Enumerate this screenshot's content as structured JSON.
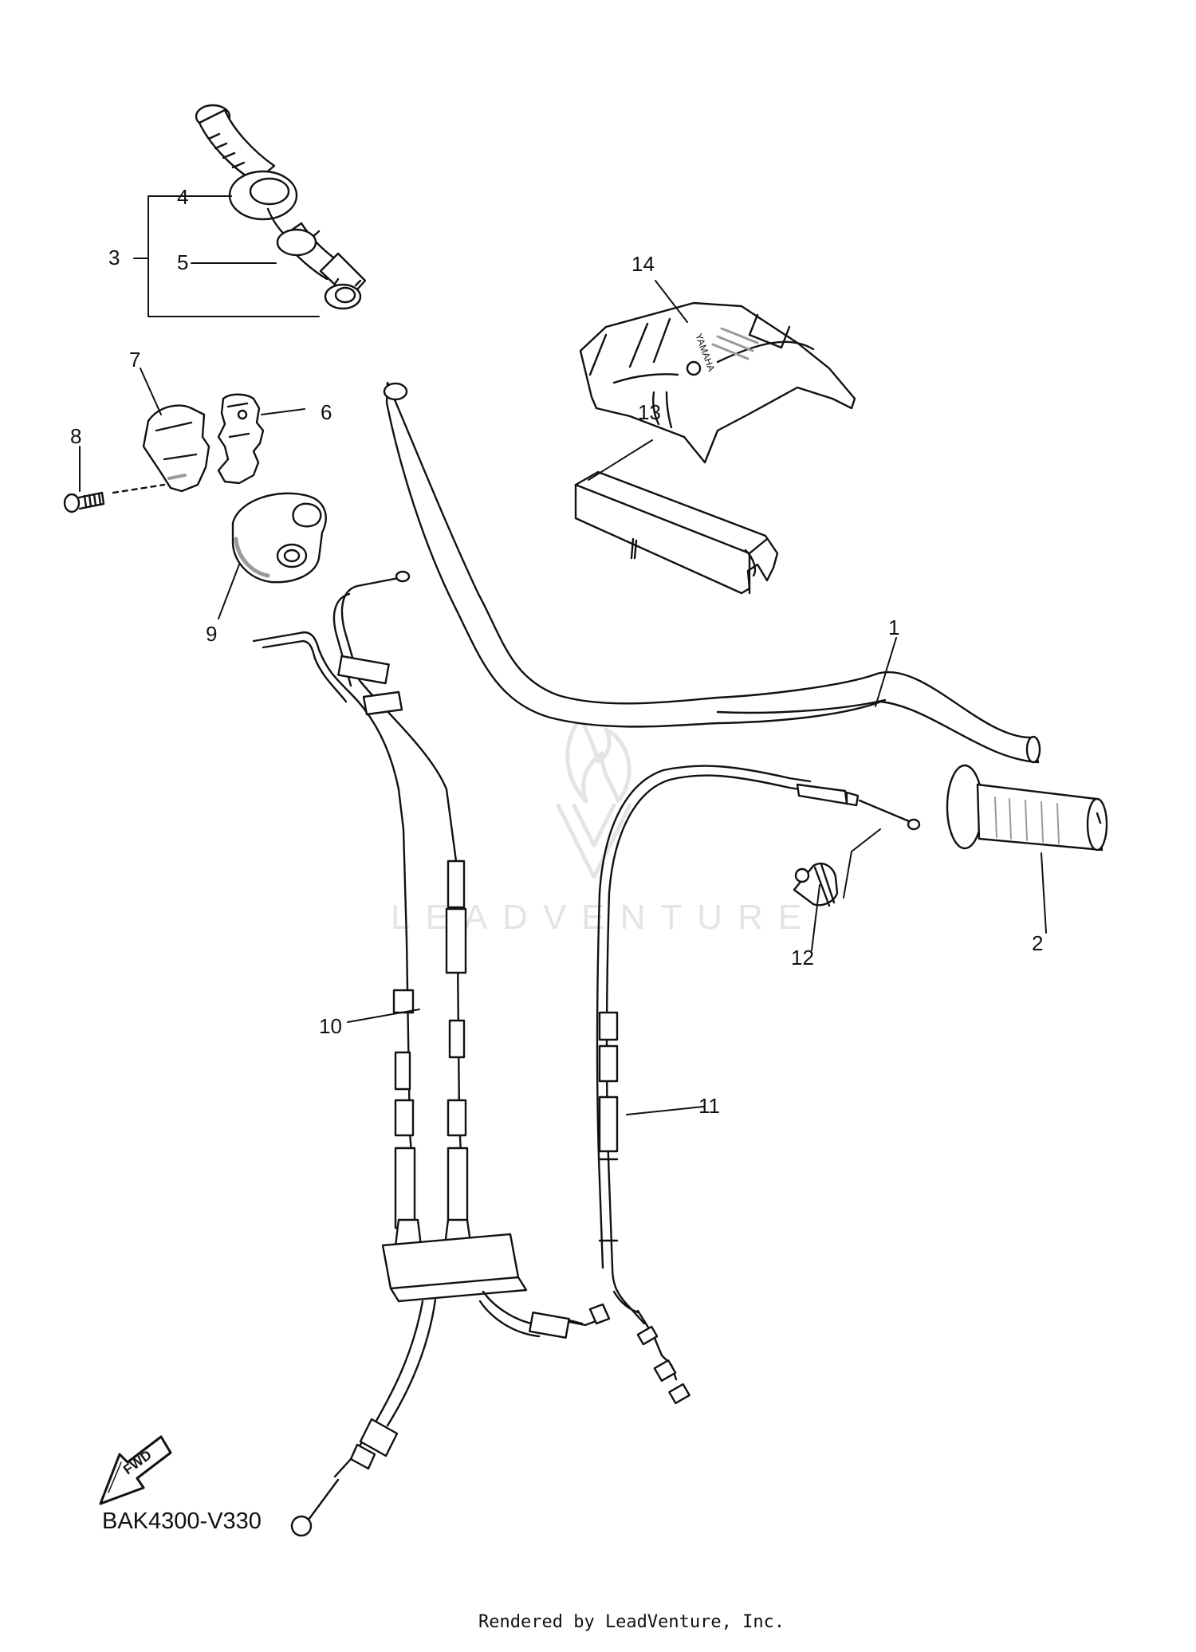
{
  "diagram": {
    "code": "BAK4300-V330",
    "credit": "Rendered by LeadVenture, Inc.",
    "watermark": "LEADVENTURE",
    "fwd_badge": "FWD",
    "emblem_text": "YAMAHA"
  },
  "parts": [
    {
      "ref": "1"
    },
    {
      "ref": "2"
    },
    {
      "ref": "3"
    },
    {
      "ref": "4"
    },
    {
      "ref": "5"
    },
    {
      "ref": "6"
    },
    {
      "ref": "7"
    },
    {
      "ref": "8"
    },
    {
      "ref": "9"
    },
    {
      "ref": "10"
    },
    {
      "ref": "11"
    },
    {
      "ref": "12"
    },
    {
      "ref": "13"
    },
    {
      "ref": "14"
    }
  ],
  "colors": {
    "line": "#111111",
    "part_fill": "#ffffff",
    "shade": "#9a9a9a",
    "watermark": "#e4e4e4"
  }
}
